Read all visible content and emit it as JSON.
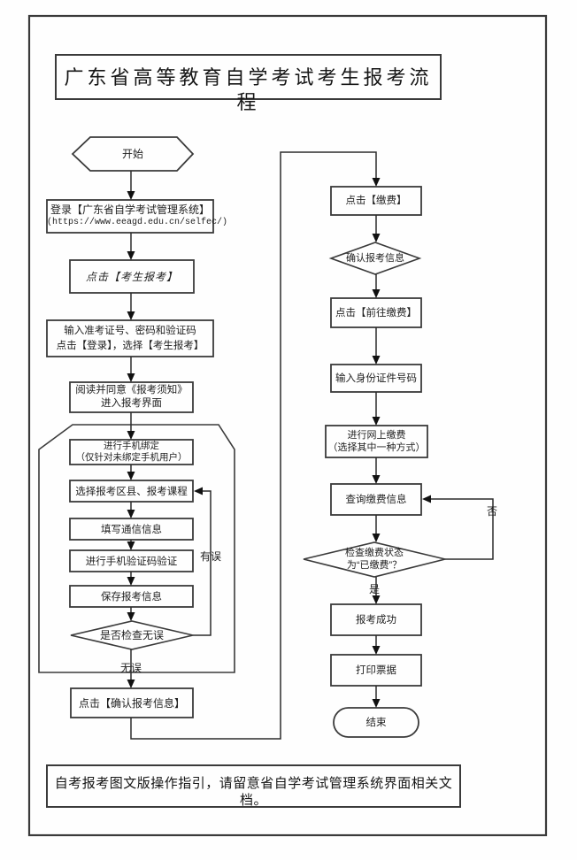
{
  "page": {
    "title": "广东省高等教育自学考试考生报考流程",
    "footer_note": "自考报考图文版操作指引，请留意省自学考试管理系统界面相关文档。"
  },
  "terminals": {
    "start": "开始",
    "end": "结束"
  },
  "left_column": {
    "login_line1": "登录【广东省自学考试管理系统】",
    "login_line2": "(https://www.eeagd.edu.cn/selfec/)",
    "click_candidate_register": "点击【考生报考】",
    "input_credentials": "输入准考证号、密码和验证码\n点击【登录】，选择【考生报考】",
    "read_notice": "阅读并同意《报考须知》\n进入报考界面",
    "bind_phone": "进行手机绑定\n（仅针对未绑定手机用户）",
    "select_district_course": "选择报考区县、报考课程",
    "fill_contact": "填写通信信息",
    "sms_verify": "进行手机验证码验证",
    "save_info": "保存报考信息",
    "decision_check": "是否检查无误",
    "confirm_info": "点击【确认报考信息】"
  },
  "right_column": {
    "click_pay": "点击【缴费】",
    "decision_confirm": "确认报考信息",
    "goto_pay": "点击【前往缴费】",
    "input_id": "输入身份证件号码",
    "online_pay": "进行网上缴费\n（选择其中一种方式）",
    "query_pay": "查询缴费信息",
    "decision_paid": "检查缴费状态\n为“已缴费”？",
    "success": "报考成功",
    "print_receipt": "打印票据"
  },
  "edge_labels": {
    "has_error": "有误",
    "no_error": "无误",
    "yes": "是",
    "no": "否"
  },
  "colors": {
    "ink": "#1f1f1f",
    "line": "#3a3a3a",
    "arrow": "#111111",
    "background": "#fefefe"
  }
}
